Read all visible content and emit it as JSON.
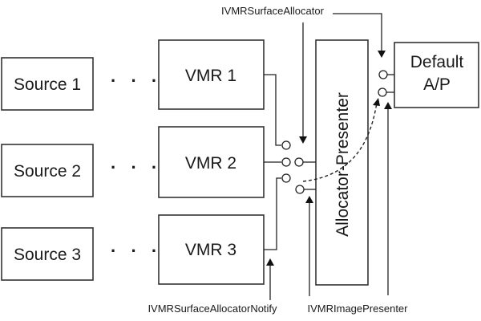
{
  "diagram": {
    "sources": [
      {
        "label": "Source 1"
      },
      {
        "label": "Source 2"
      },
      {
        "label": "Source 3"
      }
    ],
    "ellipsis": "· · ·",
    "vmrs": [
      {
        "label": "VMR 1"
      },
      {
        "label": "VMR 2"
      },
      {
        "label": "VMR 3"
      }
    ],
    "allocator_presenter": {
      "label": "Allocator-Presenter"
    },
    "default_ap": {
      "line1": "Default",
      "line2": "A/P"
    },
    "interfaces": {
      "surface_allocator": "IVMRSurfaceAllocator",
      "surface_allocator_notify": "IVMRSurfaceAllocatorNotify",
      "image_presenter": "IVMRImagePresenter"
    }
  }
}
